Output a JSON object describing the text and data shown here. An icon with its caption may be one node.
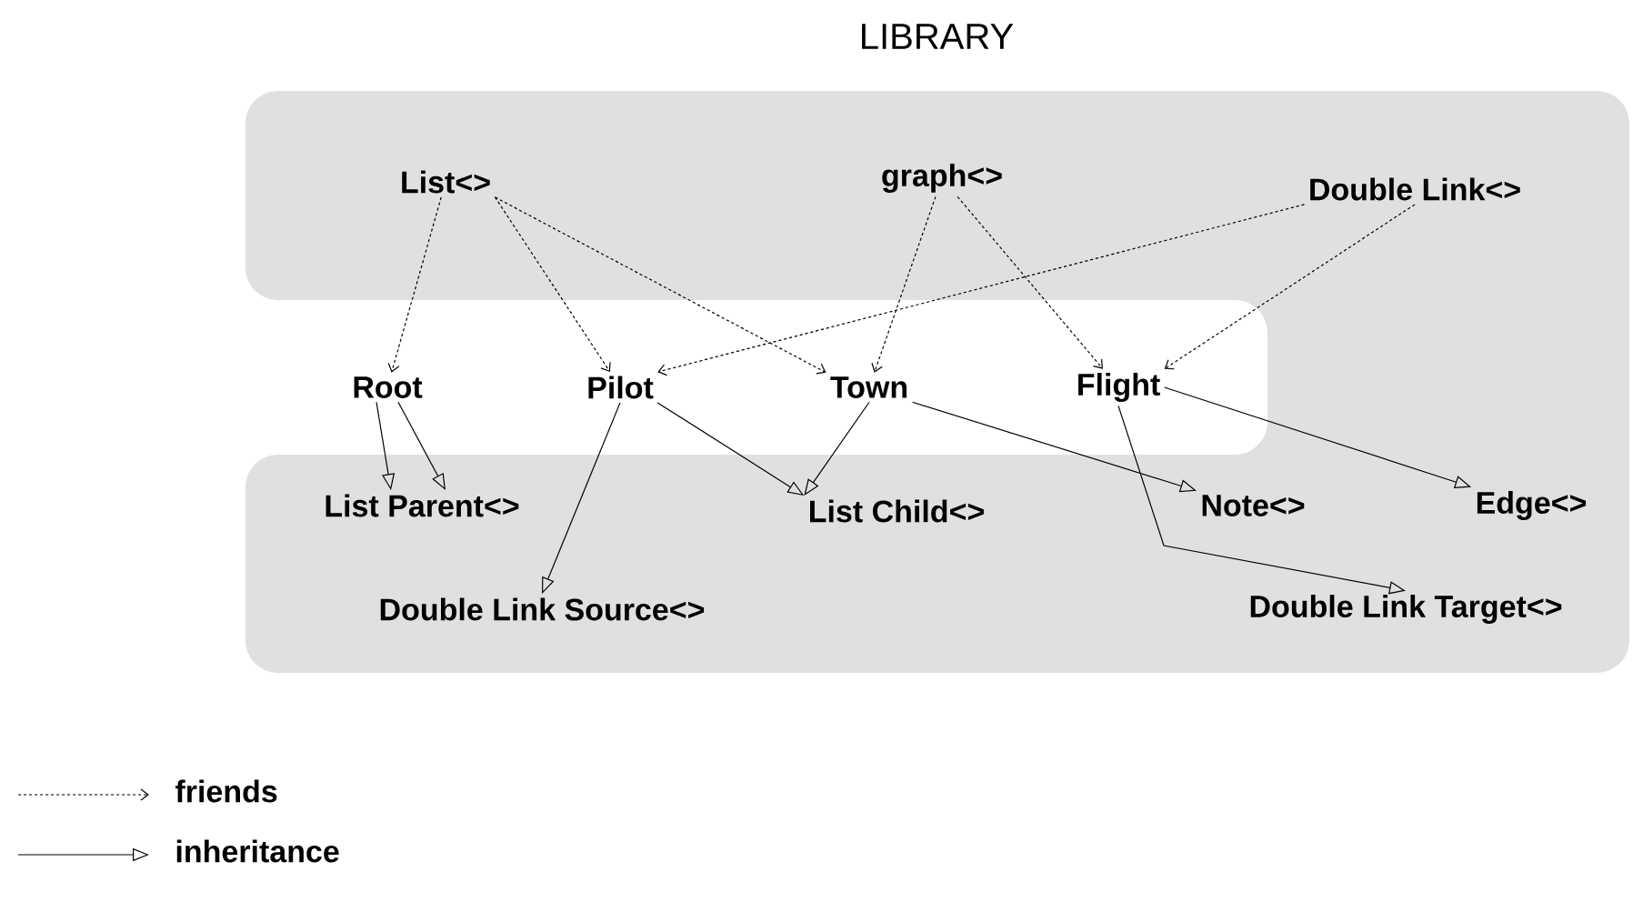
{
  "diagram": {
    "nodes": [
      {
        "text": [
          "LIBRARY"
        ]
      },
      {
        "text": [
          "List<>"
        ],
        "in": 0
      },
      {
        "text": [
          "graph<>"
        ],
        "in": 0
      },
      {
        "text": [
          "Double Link<>"
        ],
        "in": 0
      },
      {
        "text": [
          "Root"
        ]
      },
      {
        "text": [
          "Pilot"
        ]
      },
      {
        "text": [
          "Town"
        ]
      },
      {
        "text": [
          "Flight"
        ]
      },
      {
        "text": [
          "List Parent<>"
        ],
        "in": 0
      },
      {
        "text": [
          "List Child<>"
        ],
        "in": 0
      },
      {
        "text": [
          "Note<>"
        ],
        "in": 0
      },
      {
        "text": [
          "Edge<>"
        ],
        "in": 0
      },
      {
        "text": [
          "Double Link Source<>"
        ],
        "in": 0
      },
      {
        "text": [
          "Double Link Target<>"
        ],
        "in": 0
      }
    ],
    "edges": [
      {
        "from": 1,
        "to": 4,
        "arrow": "to",
        "style": "dashed"
      },
      {
        "from": 1,
        "to": 5,
        "arrow": "to",
        "style": "dashed"
      },
      {
        "from": 1,
        "to": 6,
        "arrow": "to",
        "style": "dashed"
      },
      {
        "from": 2,
        "to": 6,
        "arrow": "to",
        "style": "dashed"
      },
      {
        "from": 2,
        "to": 7,
        "arrow": "to",
        "style": "dashed"
      },
      {
        "from": 3,
        "to": 5,
        "arrow": "to",
        "style": "dashed"
      },
      {
        "from": 3,
        "to": 7,
        "arrow": "to",
        "style": "dashed"
      },
      {
        "from": 4,
        "to": 8,
        "arrow": "to"
      },
      {
        "from": 4,
        "to": 8,
        "arrow": "to"
      },
      {
        "from": 5,
        "to": 9,
        "arrow": "to"
      },
      {
        "from": 5,
        "to": 12,
        "arrow": "to"
      },
      {
        "from": 6,
        "to": 9,
        "arrow": "to"
      },
      {
        "from": 6,
        "to": 10,
        "arrow": "to"
      },
      {
        "from": 7,
        "to": 11,
        "arrow": "to"
      },
      {
        "from": 7,
        "to": 13,
        "arrow": "to"
      }
    ],
    "legend": [
      {
        "text": "friends"
      },
      {
        "text": "inheritance"
      }
    ]
  }
}
